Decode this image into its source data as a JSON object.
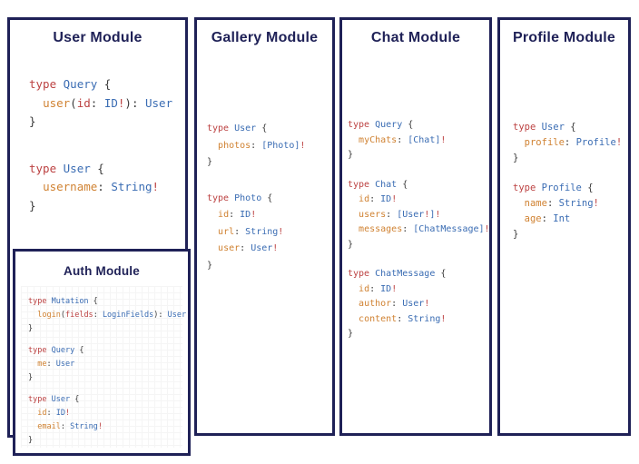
{
  "colors": {
    "border_navy": "#1f2157",
    "title_navy": "#1f2157",
    "keyword_red": "#bc4242",
    "type_blue": "#3a6cb3",
    "field_orange": "#d08232",
    "punctuation_dark": "#3a3a3a",
    "background": "#ffffff"
  },
  "panels": [
    {
      "id": "user",
      "title": "User Module",
      "blocks": [
        [
          [
            [
              "type",
              "r"
            ],
            [
              " ",
              "d"
            ],
            [
              "Query",
              "b"
            ],
            [
              " {",
              "d"
            ]
          ],
          [
            [
              "  ",
              "d"
            ],
            [
              "user",
              "o"
            ],
            [
              "(",
              "d"
            ],
            [
              "id",
              "r"
            ],
            [
              ": ",
              "d"
            ],
            [
              "ID",
              "b"
            ],
            [
              "!",
              "r"
            ],
            [
              "): ",
              "d"
            ],
            [
              "User",
              "b"
            ]
          ],
          [
            [
              "}",
              "d"
            ]
          ]
        ],
        [
          [
            [
              "type",
              "r"
            ],
            [
              " ",
              "d"
            ],
            [
              "User",
              "b"
            ],
            [
              " {",
              "d"
            ]
          ],
          [
            [
              "  ",
              "d"
            ],
            [
              "username",
              "o"
            ],
            [
              ": ",
              "d"
            ],
            [
              "String",
              "b"
            ],
            [
              "!",
              "r"
            ]
          ],
          [
            [
              "}",
              "d"
            ]
          ]
        ]
      ]
    },
    {
      "id": "gallery",
      "title": "Gallery Module",
      "blocks": [
        [
          [
            [
              "type",
              "r"
            ],
            [
              " ",
              "d"
            ],
            [
              "User",
              "b"
            ],
            [
              " {",
              "d"
            ]
          ],
          [
            [
              "  ",
              "d"
            ],
            [
              "photos",
              "o"
            ],
            [
              ": ",
              "d"
            ],
            [
              "[Photo]",
              "b"
            ],
            [
              "!",
              "r"
            ]
          ],
          [
            [
              "}",
              "d"
            ]
          ]
        ],
        [
          [
            [
              "type",
              "r"
            ],
            [
              " ",
              "d"
            ],
            [
              "Photo",
              "b"
            ],
            [
              " {",
              "d"
            ]
          ],
          [
            [
              "  ",
              "d"
            ],
            [
              "id",
              "o"
            ],
            [
              ": ",
              "d"
            ],
            [
              "ID",
              "b"
            ],
            [
              "!",
              "r"
            ]
          ],
          [
            [
              "  ",
              "d"
            ],
            [
              "url",
              "o"
            ],
            [
              ": ",
              "d"
            ],
            [
              "String",
              "b"
            ],
            [
              "!",
              "r"
            ]
          ],
          [
            [
              "  ",
              "d"
            ],
            [
              "user",
              "o"
            ],
            [
              ": ",
              "d"
            ],
            [
              "User",
              "b"
            ],
            [
              "!",
              "r"
            ]
          ],
          [
            [
              "}",
              "d"
            ]
          ]
        ]
      ]
    },
    {
      "id": "chat",
      "title": "Chat Module",
      "blocks": [
        [
          [
            [
              "type",
              "r"
            ],
            [
              " ",
              "d"
            ],
            [
              "Query",
              "b"
            ],
            [
              " {",
              "d"
            ]
          ],
          [
            [
              "  ",
              "d"
            ],
            [
              "myChats",
              "o"
            ],
            [
              ": ",
              "d"
            ],
            [
              "[Chat]",
              "b"
            ],
            [
              "!",
              "r"
            ]
          ],
          [
            [
              "}",
              "d"
            ]
          ]
        ],
        [
          [
            [
              "type",
              "r"
            ],
            [
              " ",
              "d"
            ],
            [
              "Chat",
              "b"
            ],
            [
              " {",
              "d"
            ]
          ],
          [
            [
              "  ",
              "d"
            ],
            [
              "id",
              "o"
            ],
            [
              ": ",
              "d"
            ],
            [
              "ID",
              "b"
            ],
            [
              "!",
              "r"
            ]
          ],
          [
            [
              "  ",
              "d"
            ],
            [
              "users",
              "o"
            ],
            [
              ": ",
              "d"
            ],
            [
              "[User",
              "b"
            ],
            [
              "!",
              "r"
            ],
            [
              "]",
              "b"
            ],
            [
              "!",
              "r"
            ]
          ],
          [
            [
              "  ",
              "d"
            ],
            [
              "messages",
              "o"
            ],
            [
              ": ",
              "d"
            ],
            [
              "[ChatMessage]",
              "b"
            ],
            [
              "!",
              "r"
            ]
          ],
          [
            [
              "}",
              "d"
            ]
          ]
        ],
        [
          [
            [
              "type",
              "r"
            ],
            [
              " ",
              "d"
            ],
            [
              "ChatMessage",
              "b"
            ],
            [
              " {",
              "d"
            ]
          ],
          [
            [
              "  ",
              "d"
            ],
            [
              "id",
              "o"
            ],
            [
              ": ",
              "d"
            ],
            [
              "ID",
              "b"
            ],
            [
              "!",
              "r"
            ]
          ],
          [
            [
              "  ",
              "d"
            ],
            [
              "author",
              "o"
            ],
            [
              ": ",
              "d"
            ],
            [
              "User",
              "b"
            ],
            [
              "!",
              "r"
            ]
          ],
          [
            [
              "  ",
              "d"
            ],
            [
              "content",
              "o"
            ],
            [
              ": ",
              "d"
            ],
            [
              "String",
              "b"
            ],
            [
              "!",
              "r"
            ]
          ],
          [
            [
              "}",
              "d"
            ]
          ]
        ]
      ]
    },
    {
      "id": "profile",
      "title": "Profile Module",
      "blocks": [
        [
          [
            [
              "type",
              "r"
            ],
            [
              " ",
              "d"
            ],
            [
              "User",
              "b"
            ],
            [
              " {",
              "d"
            ]
          ],
          [
            [
              "  ",
              "d"
            ],
            [
              "profile",
              "o"
            ],
            [
              ": ",
              "d"
            ],
            [
              "Profile",
              "b"
            ],
            [
              "!",
              "r"
            ]
          ],
          [
            [
              "}",
              "d"
            ]
          ]
        ],
        [
          [
            [
              "type",
              "r"
            ],
            [
              " ",
              "d"
            ],
            [
              "Profile",
              "b"
            ],
            [
              " {",
              "d"
            ]
          ],
          [
            [
              "  ",
              "d"
            ],
            [
              "name",
              "o"
            ],
            [
              ": ",
              "d"
            ],
            [
              "String",
              "b"
            ],
            [
              "!",
              "r"
            ]
          ],
          [
            [
              "  ",
              "d"
            ],
            [
              "age",
              "o"
            ],
            [
              ": ",
              "d"
            ],
            [
              "Int",
              "b"
            ]
          ],
          [
            [
              "}",
              "d"
            ]
          ]
        ]
      ]
    }
  ],
  "auth": {
    "title": "Auth Module",
    "blocks": [
      [
        [
          [
            "type",
            "r"
          ],
          [
            " ",
            "d"
          ],
          [
            "Mutation",
            "b"
          ],
          [
            " {",
            "d"
          ]
        ],
        [
          [
            "  ",
            "d"
          ],
          [
            "login",
            "o"
          ],
          [
            "(",
            "d"
          ],
          [
            "fields",
            "r"
          ],
          [
            ": ",
            "d"
          ],
          [
            "LoginFields",
            "b"
          ],
          [
            "): ",
            "d"
          ],
          [
            "User",
            "b"
          ]
        ],
        [
          [
            "}",
            "d"
          ]
        ]
      ],
      [
        [
          [
            "type",
            "r"
          ],
          [
            " ",
            "d"
          ],
          [
            "Query",
            "b"
          ],
          [
            " {",
            "d"
          ]
        ],
        [
          [
            "  ",
            "d"
          ],
          [
            "me",
            "o"
          ],
          [
            ": ",
            "d"
          ],
          [
            "User",
            "b"
          ]
        ],
        [
          [
            "}",
            "d"
          ]
        ]
      ],
      [
        [
          [
            "type",
            "r"
          ],
          [
            " ",
            "d"
          ],
          [
            "User",
            "b"
          ],
          [
            " {",
            "d"
          ]
        ],
        [
          [
            "  ",
            "d"
          ],
          [
            "id",
            "o"
          ],
          [
            ": ",
            "d"
          ],
          [
            "ID",
            "b"
          ],
          [
            "!",
            "r"
          ]
        ],
        [
          [
            "  ",
            "d"
          ],
          [
            "email",
            "o"
          ],
          [
            ": ",
            "d"
          ],
          [
            "String",
            "b"
          ],
          [
            "!",
            "r"
          ]
        ],
        [
          [
            "}",
            "d"
          ]
        ]
      ]
    ]
  }
}
